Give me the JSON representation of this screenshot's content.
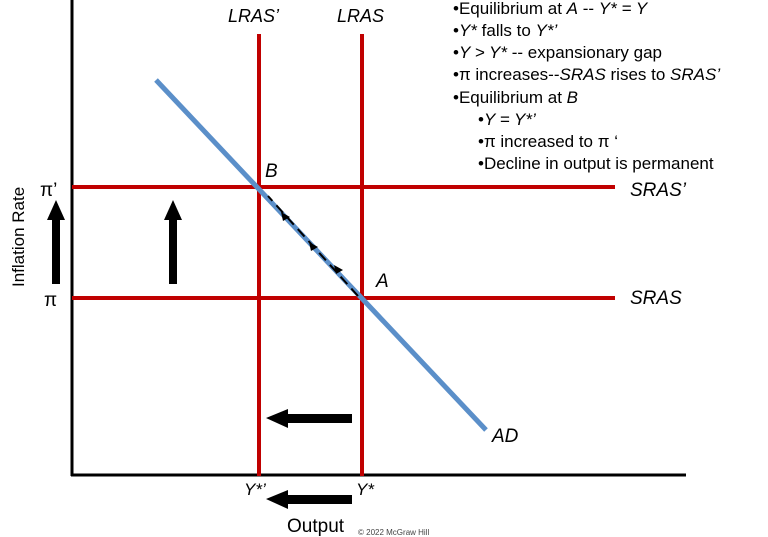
{
  "colors": {
    "curve_red": "#c00000",
    "ad_blue": "#5b8fc9",
    "axis": "#000000",
    "arrow": "#000000"
  },
  "axes": {
    "y_label": "Inflation Rate",
    "x_label": "Output"
  },
  "curves": {
    "lras_new": "LRAS’",
    "lras": "LRAS",
    "sras_new": "SRAS’",
    "sras": "SRAS",
    "ad": "AD"
  },
  "ticks": {
    "pi_new": "π’",
    "pi": "π",
    "y_star_new": "Y*’",
    "y_star": "Y*"
  },
  "points": {
    "a": "A",
    "b": "B"
  },
  "notes": [
    {
      "prefix": "•Equilibrium at ",
      "em": "A",
      "mid": " -- ",
      "em2": "Y* = Y",
      "rest": ""
    },
    {
      "prefix": "•",
      "em": "Y*",
      "mid": " falls to ",
      "em2": "Y*’",
      "rest": ""
    },
    {
      "prefix": "•",
      "em": "Y > Y*",
      "mid": " -- expansionary gap",
      "em2": "",
      "rest": ""
    },
    {
      "prefix": "•π increases--",
      "em": "SRAS",
      "mid": " rises to ",
      "em2": "SRAS’",
      "rest": ""
    },
    {
      "prefix": "•Equilibrium at ",
      "em": "B",
      "mid": "",
      "em2": "",
      "rest": ""
    },
    {
      "prefix": "•",
      "em": "Y = Y*’",
      "mid": "",
      "em2": "",
      "rest": ""
    },
    {
      "prefix": "•π increased to π ‘",
      "em": "",
      "mid": "",
      "em2": "",
      "rest": ""
    },
    {
      "prefix": "•Decline in output is permanent",
      "em": "",
      "mid": "",
      "em2": "",
      "rest": ""
    }
  ],
  "copyright": "© 2022 McGraw Hill"
}
